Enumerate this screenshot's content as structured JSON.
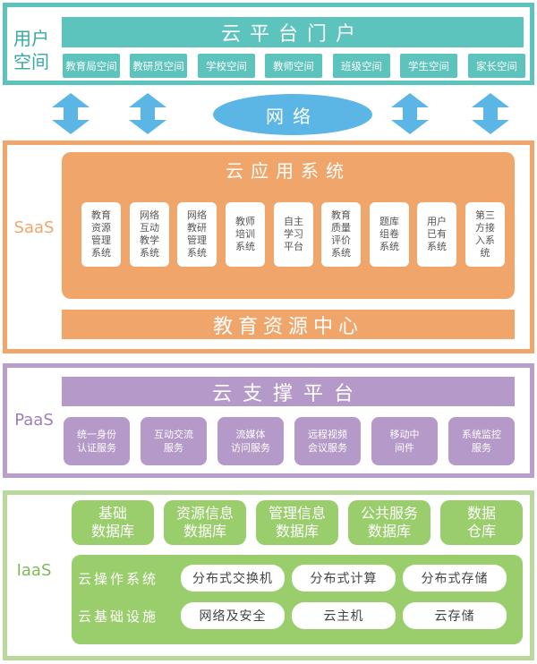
{
  "user_space": {
    "label_line1": "用户",
    "label_line2": "空间",
    "portal": "云平台门户",
    "spaces": [
      "教育局空间",
      "教研员空间",
      "学校空间",
      "教师空间",
      "班级空间",
      "学生空间",
      "家长空间"
    ]
  },
  "network": {
    "label": "网络"
  },
  "saas": {
    "label": "SaaS",
    "title": "云应用系统",
    "apps": [
      {
        "line1": "教育",
        "line2": "资源",
        "line3": "管理",
        "line4": "系统"
      },
      {
        "line1": "网络",
        "line2": "互动",
        "line3": "教学",
        "line4": "系统"
      },
      {
        "line1": "网络",
        "line2": "教研",
        "line3": "管理",
        "line4": "系统"
      },
      {
        "line1": "教师",
        "line2": "培训",
        "line3": "系统",
        "line4": ""
      },
      {
        "line1": "自主",
        "line2": "学习",
        "line3": "平台",
        "line4": ""
      },
      {
        "line1": "教育",
        "line2": "质量",
        "line3": "评价",
        "line4": "系统"
      },
      {
        "line1": "题库",
        "line2": "组卷",
        "line3": "系统",
        "line4": ""
      },
      {
        "line1": "用户",
        "line2": "已有",
        "line3": "系统",
        "line4": ""
      },
      {
        "line1": "第三",
        "line2": "方接",
        "line3": "入系",
        "line4": "统"
      }
    ],
    "resource_center": "教育资源中心"
  },
  "paas": {
    "label": "PaaS",
    "title": "云支撑平台",
    "services": [
      {
        "line1": "统一身份",
        "line2": "认证服务"
      },
      {
        "line1": "互动交流",
        "line2": "服务"
      },
      {
        "line1": "流媒体",
        "line2": "访问服务"
      },
      {
        "line1": "远程视频",
        "line2": "会议服务"
      },
      {
        "line1": "移动中",
        "line2": "间件"
      },
      {
        "line1": "系统监控",
        "line2": "服务"
      }
    ]
  },
  "iaas": {
    "label": "IaaS",
    "databases": [
      {
        "line1": "基础",
        "line2": "数据库"
      },
      {
        "line1": "资源信息",
        "line2": "数据库"
      },
      {
        "line1": "管理信息",
        "line2": "数据库"
      },
      {
        "line1": "公共服务",
        "line2": "数据库"
      },
      {
        "line1": "数据",
        "line2": "仓库"
      }
    ],
    "os_label": "云操作系统",
    "infra_label": "云基础设施",
    "os_items": [
      "分布式交换机",
      "分布式计算",
      "分布式存储"
    ],
    "infra_items": [
      "网络及安全",
      "云主机",
      "云存储"
    ]
  },
  "colors": {
    "teal": "#5cc4bd",
    "blue": "#5bb6e6",
    "orange": "#f0a56a",
    "purple": "#b599c9",
    "green": "#9acd6c"
  },
  "icons": {
    "arrows": "double-headed-vertical-arrow-icon"
  }
}
